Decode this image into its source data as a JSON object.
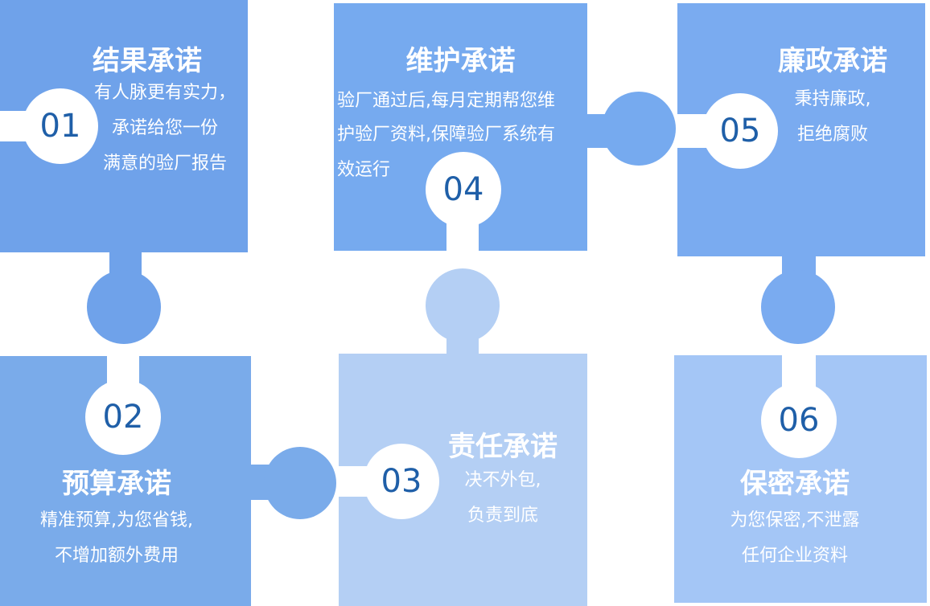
{
  "cards": [
    {
      "number": "01",
      "title": "结果承诺",
      "lines": [
        "有人脉更有实力，",
        "承诺给您一份",
        "满意的验厂报告"
      ]
    },
    {
      "number": "02",
      "title": "预算承诺",
      "lines": [
        "精准预算,为您省钱,",
        "不增加额外费用"
      ]
    },
    {
      "number": "03",
      "title": "责任承诺",
      "lines": [
        "决不外包,",
        "负责到底"
      ]
    },
    {
      "number": "04",
      "title": "维护承诺",
      "lines": [
        "验厂通过后,每月定期帮您维",
        "护验厂资料,保障验厂系统有",
        "效运行"
      ]
    },
    {
      "number": "05",
      "title": "廉政承诺",
      "lines": [
        "秉持廉政,",
        "拒绝腐败"
      ]
    },
    {
      "number": "06",
      "title": "保密承诺",
      "lines": [
        "为您保密,不泄露",
        "任何企业资料"
      ]
    }
  ],
  "colors": {
    "card_01": "#6fa2ea",
    "card_02": "#7aabea",
    "card_03": "#b4cff4",
    "card_04": "#76aaef",
    "card_05": "#7aabf0",
    "card_06": "#a4c6f6",
    "number_text": "#1f5fa8",
    "text": "#ffffff"
  }
}
